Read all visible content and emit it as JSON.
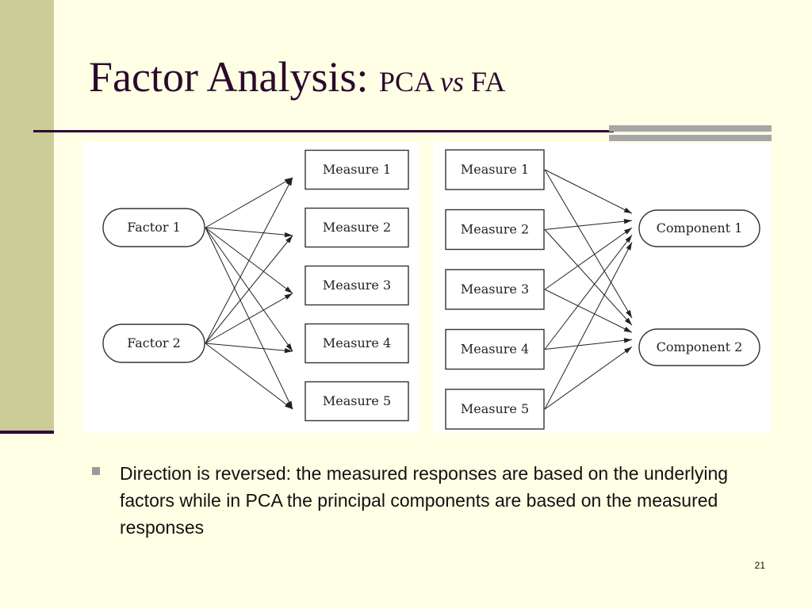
{
  "slide": {
    "title_main": "Factor Analysis: ",
    "title_pca": "PCA ",
    "title_vs": "vs",
    "title_fa": " FA",
    "bullet_text": "Direction is reversed: the measured responses are based on the underlying factors while in PCA the principal components are based on the measured responses",
    "page_number": "21"
  },
  "diagram_fa": {
    "factors": [
      "Factor 1",
      "Factor 2"
    ],
    "measures": [
      "Measure 1",
      "Measure 2",
      "Measure 3",
      "Measure 4",
      "Measure 5"
    ],
    "edges": [
      [
        "Factor 1",
        "Measure 1"
      ],
      [
        "Factor 1",
        "Measure 2"
      ],
      [
        "Factor 1",
        "Measure 3"
      ],
      [
        "Factor 1",
        "Measure 4"
      ],
      [
        "Factor 1",
        "Measure 5"
      ],
      [
        "Factor 2",
        "Measure 1"
      ],
      [
        "Factor 2",
        "Measure 2"
      ],
      [
        "Factor 2",
        "Measure 3"
      ],
      [
        "Factor 2",
        "Measure 4"
      ],
      [
        "Factor 2",
        "Measure 5"
      ]
    ]
  },
  "diagram_pca": {
    "measures": [
      "Measure 1",
      "Measure 2",
      "Measure 3",
      "Measure 4",
      "Measure 5"
    ],
    "components": [
      "Component 1",
      "Component 2"
    ],
    "edges": [
      [
        "Measure 1",
        "Component 1"
      ],
      [
        "Measure 1",
        "Component 2"
      ],
      [
        "Measure 2",
        "Component 1"
      ],
      [
        "Measure 2",
        "Component 2"
      ],
      [
        "Measure 3",
        "Component 1"
      ],
      [
        "Measure 3",
        "Component 2"
      ],
      [
        "Measure 4",
        "Component 1"
      ],
      [
        "Measure 4",
        "Component 2"
      ],
      [
        "Measure 5",
        "Component 1"
      ],
      [
        "Measure 5",
        "Component 2"
      ]
    ]
  }
}
